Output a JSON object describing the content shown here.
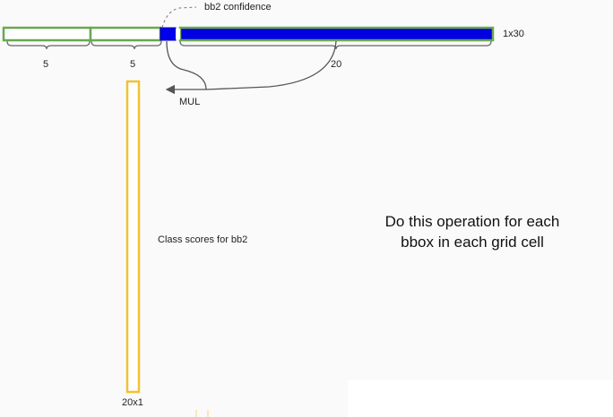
{
  "diagram": {
    "vector_size_label": "1x30",
    "segment_labels": {
      "first": "5",
      "second": "5",
      "classes": "20"
    },
    "confidence_label": "bb2 confidence",
    "operation_label": "MUL",
    "column_label": "Class scores for bb2",
    "column_size_label": "20x1"
  },
  "note": {
    "line1": "Do this operation for each",
    "line2": "bbox in each grid cell"
  },
  "colors": {
    "box_outline_green": "#6aa84f",
    "selected_blue": "#0000ee",
    "classes_blue": "#0000e0",
    "column_outline_orange": "#f1c232",
    "arrow_gray": "#555555",
    "brace_gray": "#666666"
  }
}
